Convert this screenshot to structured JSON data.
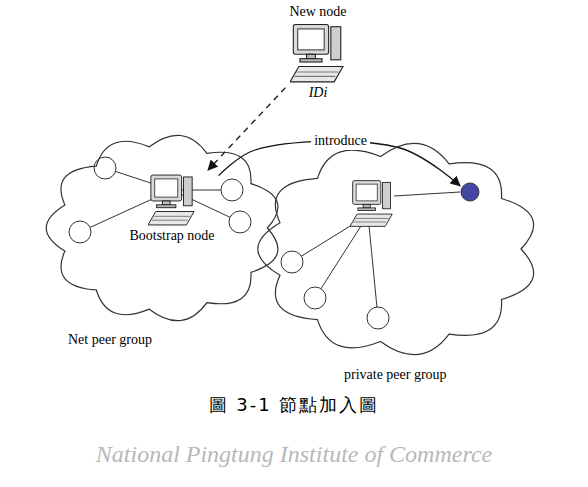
{
  "diagram": {
    "caption": "圖 3-1 節點加入圖",
    "nodes": [
      {
        "text": [
          "New node",
          "IDi"
        ]
      },
      {
        "text": [
          "Net peer group"
        ]
      },
      {
        "text": [
          "Bootstrap node"
        ],
        "in": 1
      },
      {
        "text": [
          "private peer group"
        ]
      },
      {
        "text": [],
        "in": 3
      }
    ],
    "edges": [
      {
        "from": 0,
        "to": 2,
        "arrow": "to"
      },
      {
        "from": 2,
        "to": 4,
        "label": "introduce",
        "arrow": "to"
      }
    ],
    "labels": [
      "National Pingtung Institute of Commerce"
    ]
  }
}
